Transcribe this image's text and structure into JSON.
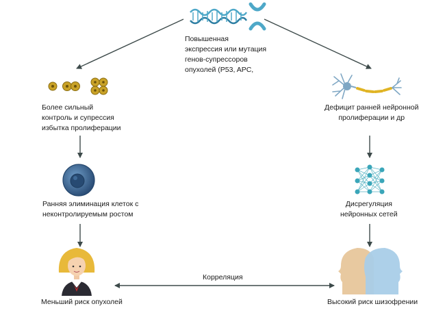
{
  "top": {
    "text": "Повышенная\nэкспрессия или мутация\nгенов-супрессоров\nопухолей (P53, APC,"
  },
  "left": {
    "step1": "Более сильный\nконтроль и супрессия\nизбытка пролиферации",
    "step2": "Ранняя элиминация клеток с\nнеконтролируемым ростом",
    "step3": "Меньший риск опухолей"
  },
  "right": {
    "step1": "Дефицит ранней нейронной\nпролиферации и др",
    "step2": "Дисрегуляция\nнейронных сетей",
    "step3": "Высокий риск шизофрении"
  },
  "link": {
    "label": "Корреляция"
  },
  "colors": {
    "arrow": "#3d4a4a",
    "dna": "#4ea8c8",
    "cells": "#c9a227",
    "tumor_cell": "#3a6a9c",
    "neuron": "#7fa7c4",
    "axon_myelin": "#e0b424",
    "network": "#3aa6b9",
    "face_left": "#e8c9a0",
    "face_right": "#a9cde8"
  }
}
